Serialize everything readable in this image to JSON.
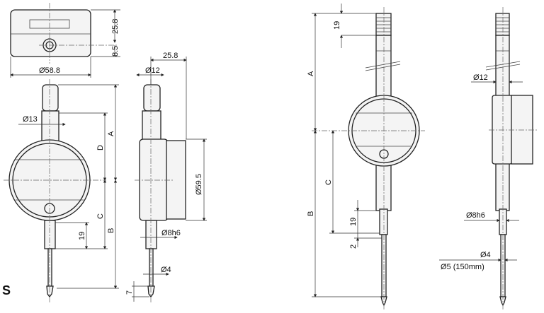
{
  "left_drawing": {
    "model_label": "S",
    "top_view": {
      "height_dim": "25.8",
      "offset_dim": "8.5",
      "diameter_dim": "Ø58.8"
    },
    "front_view": {
      "stem_dim": "Ø13",
      "A": "A",
      "B": "B",
      "C": "C",
      "D": "D",
      "stroke_dim": "19"
    },
    "side_view": {
      "depth_dim": "25.8",
      "stem_dim": "Ø12",
      "body_dim": "Ø59.5",
      "spindle_dim": "Ø8h6",
      "contact_dim": "Ø4",
      "tip_dim": "7"
    }
  },
  "right_drawing": {
    "front_view": {
      "A": "A",
      "B": "B",
      "C": "C",
      "top_dim": "19",
      "bottom_dim": "19",
      "gap_dim": "2"
    },
    "side_view": {
      "stem_dim": "Ø12",
      "spindle_dim": "Ø8h6",
      "contact_dim": "Ø4",
      "contact_alt_dim": "Ø5 (150mm)"
    }
  }
}
